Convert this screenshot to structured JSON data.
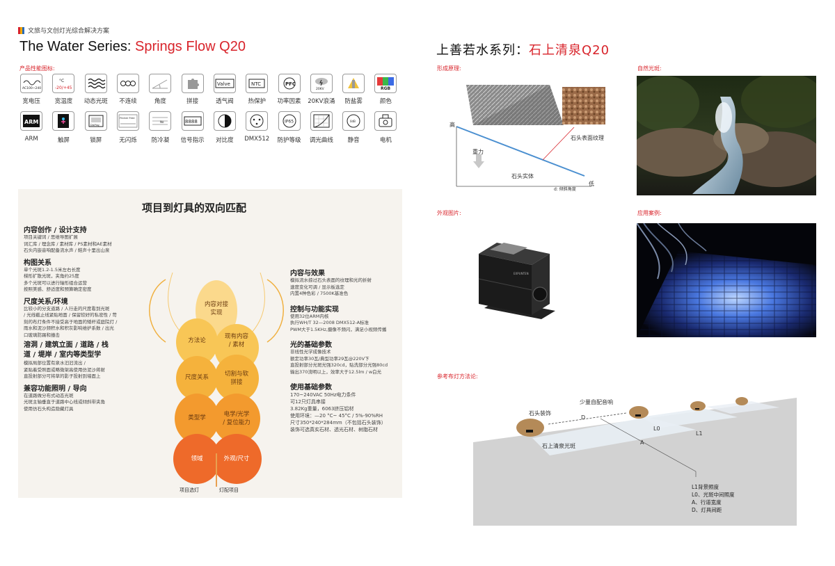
{
  "header": {
    "text": "文旅与文创灯光综合解决方案"
  },
  "left": {
    "title_en_black": "The Water Series: ",
    "title_en_red": "Springs Flow Q20",
    "icons_title": "产品性能图标:",
    "icons_row1": [
      {
        "label": "宽电压",
        "icon": "ac-voltage-icon",
        "glyph": "AC100~240V"
      },
      {
        "label": "宽温度",
        "icon": "temperature-icon",
        "glyph": "-20°/+45"
      },
      {
        "label": "动态光斑",
        "icon": "wave-icon",
        "glyph": ""
      },
      {
        "label": "不连续",
        "icon": "circles-icon",
        "glyph": "○○○"
      },
      {
        "label": "角度",
        "icon": "angle-icon",
        "glyph": ""
      },
      {
        "label": "拼接",
        "icon": "puzzle-icon",
        "glyph": ""
      },
      {
        "label": "透气阀",
        "icon": "valve-icon",
        "glyph": "Valve"
      },
      {
        "label": "热保护",
        "icon": "ntc-icon",
        "glyph": "NTC"
      },
      {
        "label": "功率因素",
        "icon": "pfc-icon",
        "glyph": "PFC"
      },
      {
        "label": "20KV浪涌",
        "icon": "surge-icon",
        "glyph": "20KV"
      },
      {
        "label": "防盐雾",
        "icon": "salt-spray-icon",
        "glyph": ""
      },
      {
        "label": "颜色",
        "icon": "rgb-icon",
        "glyph": "RGB"
      }
    ],
    "icons_row2": [
      {
        "label": "ARM",
        "icon": "arm-icon",
        "glyph": "ARM"
      },
      {
        "label": "触屏",
        "icon": "touch-icon",
        "glyph": ""
      },
      {
        "label": "锁屏",
        "icon": "lock-screen-icon",
        "glyph": ""
      },
      {
        "label": "无闪烁",
        "icon": "flicker-free-icon",
        "glyph": "Flicker Free"
      },
      {
        "label": "防冷凝",
        "icon": "anti-condensation-icon",
        "glyph": ""
      },
      {
        "label": "信号指示",
        "icon": "signal-indicator-icon",
        "glyph": "8888"
      },
      {
        "label": "对比度",
        "icon": "contrast-icon",
        "glyph": ""
      },
      {
        "label": "DMX512",
        "icon": "dmx512-icon",
        "glyph": ""
      },
      {
        "label": "防护等级",
        "icon": "ip65-icon",
        "glyph": "IP65"
      },
      {
        "label": "调光曲线",
        "icon": "dimming-curve-icon",
        "glyph": ""
      },
      {
        "label": "静音",
        "icon": "silent-icon",
        "glyph": ""
      },
      {
        "label": "电机",
        "icon": "motor-icon",
        "glyph": ""
      }
    ],
    "panel": {
      "title": "项目到灯具的双向匹配",
      "left_blocks": [
        {
          "heading": "内容创作 / 设计支持",
          "body": "项目关键词 / 思维导图扩展\n词汇库 / 理念库 / 素材库 / PS素材和AE素材\n石头内嵌音响配备流水声 / 鲑声十里出山泉"
        },
        {
          "heading": "构图关系",
          "body": "单个光斑1.2-1.5米左右长度\n梯形扩散光斑，夹角约25度\n多个光斑可以进行轴形组合运营\n按照美感、舒适度和预算确定密度"
        },
        {
          "heading": "尺度关系/环境",
          "body": "比较小的分支道路 / 人行走的尺度看到光斑\n/ 光线截止线紧贴地面 / 保留较好的私密性 / 苛\n刻的布灯条件不接受高于地面的矮杆或庭院灯 /\n雨水和泥沙频积水和积灰影响维护系数 / 出光\n口玻璃防踢和撞击"
        },
        {
          "heading": "溶洞 / 建筑立面 / 道路 / 栈\n道 / 堤岸 / 室内等类型学",
          "body": "模拟局部位置有泉水汩汩流出 /\n紧贴着受照面或略微架高使用仿泥沙蒋射\n直投射部分可将草的影子投射到墙面上"
        },
        {
          "heading": "兼容功能照明 / 导向",
          "body": "在道路做分布式动态光斑\n光斑主轴垂直于道路中心线或倾斜带夹角\n使用仿石头构造隐藏灯具"
        }
      ],
      "right_blocks": [
        {
          "heading": "内容与效果",
          "body": "模拟流水掠过石头表面的纹理和光的折射\n速度变化可调 / 显示板选定\n内置4种色彩 / 7500K基准色"
        },
        {
          "heading": "控制与功能实现",
          "body": "使用32位ARM内核\n执行WH/T 32—2008 DMX512-A标准\nPWM大于1.5KHz,摄像不频闪，满足小视频传播"
        },
        {
          "heading": "光的基础参数",
          "body": "非线性光学成像技术\n额定功率30瓦/典型功率29瓦@220V下\n直投射部分光斑光强320cd，贴洗部分光强80cd\n输出370流明以上，效率大于12.5lm / w白光"
        },
        {
          "heading": "使用基础参数",
          "body": "170~240VAC 50Hz电力条件\n可12只灯具串接\n3.82Kg重量，6063挤压铝材\n使用环境：—20 °C~ 45°C / 5%-90%RH\n尺寸350*240*284mm（不包括石头装饰）\n装饰可选真实石材、透光石材、树脂石材"
        }
      ],
      "petals": {
        "top": "内容对接\n实现",
        "l1": "方法论",
        "r1": "现有内容\n/ 素材",
        "l2": "尺度关系",
        "r2": "切割与软\n拼接",
        "l3": "类型学",
        "r3": "电学/光学\n/ 复位能力",
        "l4": "领域",
        "r4": "外观/尺寸"
      },
      "bottom_left": "项目选灯",
      "bottom_right": "灯配项目"
    }
  },
  "right": {
    "title_black": "上善若水系列：",
    "title_red": "石上清泉Q20",
    "principle_title": "形成原理:",
    "natural_title": "自然光斑:",
    "appearance_title": "外观图片:",
    "case_title": "应用案例:",
    "method_title": "参考布灯方法论:",
    "principle": {
      "high": "高",
      "low": "低",
      "gravity": "重力",
      "stone": "石头实体",
      "texture": "石头表面纹理",
      "angle": "倾斜角度",
      "angle_sym": "d:"
    },
    "layout": {
      "decor": "石头装饰",
      "audio": "少量自配音响",
      "d": "D",
      "spot": "石上清泉光斑",
      "l0": "L0",
      "l1": "L1",
      "a": "A",
      "legend": "L1背景照度\nL0、光斑中间照度\nA、行道宽度\nD、灯具间距"
    },
    "device_label": "EXPUNTEN"
  }
}
